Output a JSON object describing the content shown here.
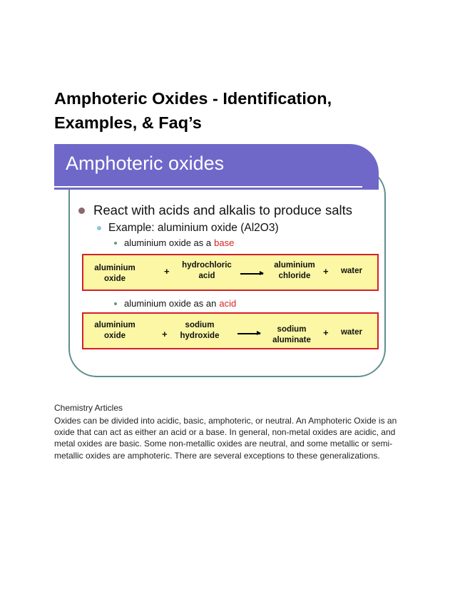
{
  "document": {
    "title": "Amphoteric Oxides - Identification,\nExamples, & Faq’s"
  },
  "slide": {
    "heading": "Amphoteric oxides",
    "bullet_main": "React with acids and alkalis to produce salts",
    "bullet_example": "Example:  aluminium oxide  (Al2O3)",
    "as_base_prefix": "aluminium oxide as a",
    "as_base_highlight": "base",
    "as_acid_prefix": "aluminium oxide as an",
    "as_acid_highlight": "acid",
    "equation_base": {
      "reactant1": "aluminium\noxide",
      "reactant2": "hydrochloric\nacid",
      "product1": "aluminium\nchloride",
      "product2": "water",
      "plus": "+"
    },
    "equation_acid": {
      "reactant1": "aluminium\noxide",
      "reactant2": "sodium\nhydroxide",
      "product1": "sodium\naluminate",
      "product2": "water",
      "plus": "+"
    },
    "colors": {
      "banner": "#6f68c9",
      "frame": "#5f8e90",
      "highlight": "#d42424",
      "box_fill": "#fbf7a4",
      "box_border": "#d81e2a"
    }
  },
  "article": {
    "category": "Chemistry Articles",
    "body": "Oxides can be divided into acidic, basic, amphoteric, or neutral. An Amphoteric Oxide is an oxide that can act as either an acid or a base. In general, non-metal oxides are acidic, and metal oxides are basic. Some non-metallic oxides are neutral, and some metallic or semi-metallic oxides are amphoteric. There are several exceptions to these generalizations."
  }
}
